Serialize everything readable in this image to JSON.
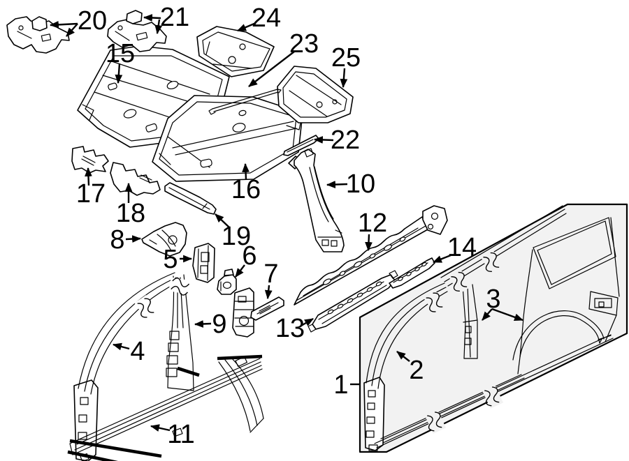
{
  "colors": {
    "background": "#ffffff",
    "line_art": "#000000",
    "inset_fill": "#f2f2f2"
  },
  "diagram": {
    "type": "exploded-parts-line-diagram",
    "description": "Vehicle body side: uniside, pillars, rocker and floor pan components",
    "callouts": [
      {
        "number": "1"
      },
      {
        "number": "2"
      },
      {
        "number": "3"
      },
      {
        "number": "4"
      },
      {
        "number": "5"
      },
      {
        "number": "6"
      },
      {
        "number": "7"
      },
      {
        "number": "8"
      },
      {
        "number": "9"
      },
      {
        "number": "10"
      },
      {
        "number": "11"
      },
      {
        "number": "12"
      },
      {
        "number": "13"
      },
      {
        "number": "14"
      },
      {
        "number": "15"
      },
      {
        "number": "16"
      },
      {
        "number": "17"
      },
      {
        "number": "18"
      },
      {
        "number": "19"
      },
      {
        "number": "20"
      },
      {
        "number": "21"
      },
      {
        "number": "22"
      },
      {
        "number": "23"
      },
      {
        "number": "24"
      },
      {
        "number": "25"
      }
    ]
  }
}
